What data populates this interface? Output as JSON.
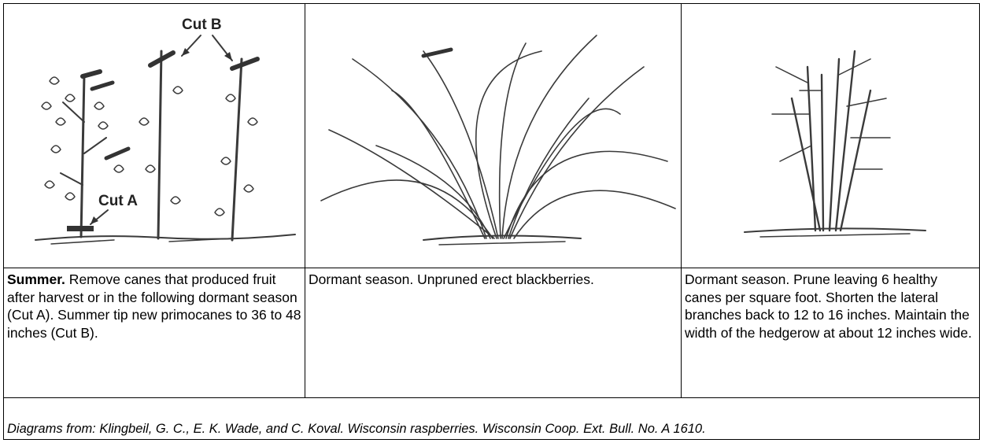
{
  "panels": [
    {
      "labels": {
        "cut_b": "Cut B",
        "cut_a": "Cut A"
      },
      "caption_bold": "Summer.",
      "caption_rest": "  Remove canes that produced fruit after harvest or in the following dormant season (Cut A).  Summer tip new primocanes to 36 to 48 inches (Cut B)."
    },
    {
      "caption_bold": "",
      "caption_rest": "Dormant season.  Unpruned erect blackberries."
    },
    {
      "caption_bold": "",
      "caption_rest": "Dormant season.  Prune leaving 6 healthy canes per square foot.  Shorten the lateral branches back to 12 to 16 inches.  Maintain the width of the hedgerow at about 12 inches wide."
    }
  ],
  "credit": "Diagrams from:  Klingbeil, G. C., E. K. Wade, and C. Koval.  Wisconsin raspberries.  Wisconsin Coop. Ext. Bull. No. A 1610."
}
